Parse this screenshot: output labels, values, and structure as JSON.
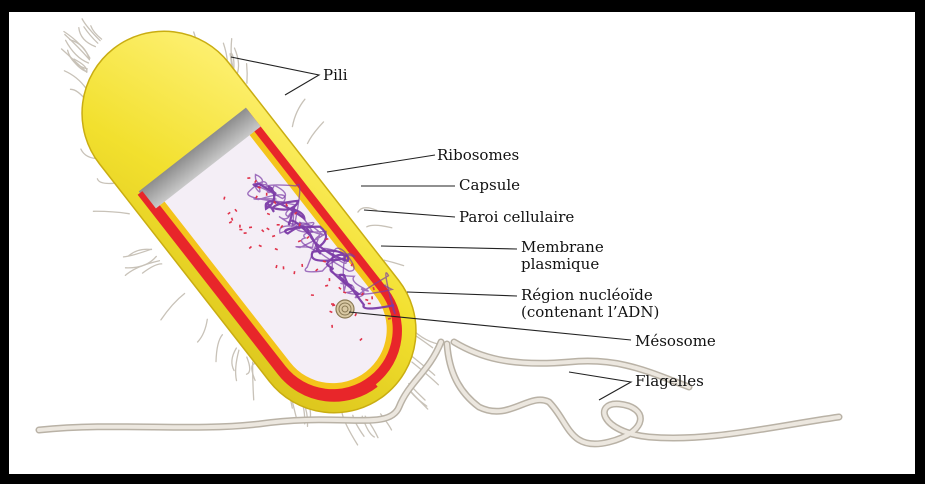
{
  "labels": {
    "pili": "Pili",
    "ribosomes": "Ribosomes",
    "capsule": "Capsule",
    "paroi": "Paroi cellulaire",
    "membrane_1": "Membrane",
    "membrane_2": "plasmique",
    "nucleoide_1": "Région nucléoïde",
    "nucleoide_2": "(contenant l’ADN)",
    "mesosome": "Mésosome",
    "flagelles": "Flagelles"
  },
  "colors": {
    "capsule": "#f2e02e",
    "wall": "#e8262a",
    "membrane": "#f4c51c",
    "cytoplasm": "#f4eef6",
    "dna": "#7b3aa6",
    "ribosome": "#e0324a"
  }
}
